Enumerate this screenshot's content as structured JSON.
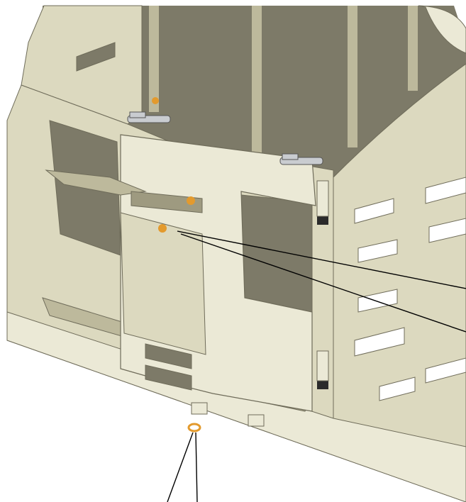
{
  "figure": {
    "colors": {
      "background": "#ffffff",
      "body": "#dcd9bf",
      "body_light": "#ebe9d6",
      "body_shade": "#bdb99c",
      "body_dark": "#9e9a80",
      "interior": "#7d7a68",
      "interior_dark": "#5c5a4d",
      "outline": "#6f6c5a",
      "hinge": "#c9ccd0",
      "latch": "#2b2b2b",
      "fastener": "#e39a2d",
      "leader": "#000000"
    },
    "parts": {
      "enclosure": "cage-enclosure",
      "front_door": "front-door-panel",
      "hinges": [
        "top-left-hinge",
        "top-right-hinge"
      ],
      "latches": [
        "upper-latch",
        "lower-latch"
      ],
      "fasteners": [
        "fastener-top",
        "fastener-upper",
        "fastener-middle",
        "bottom-ring-fastener"
      ]
    },
    "callouts": {
      "right_leaders": 2,
      "bottom_leaders": 2,
      "labels": []
    }
  }
}
